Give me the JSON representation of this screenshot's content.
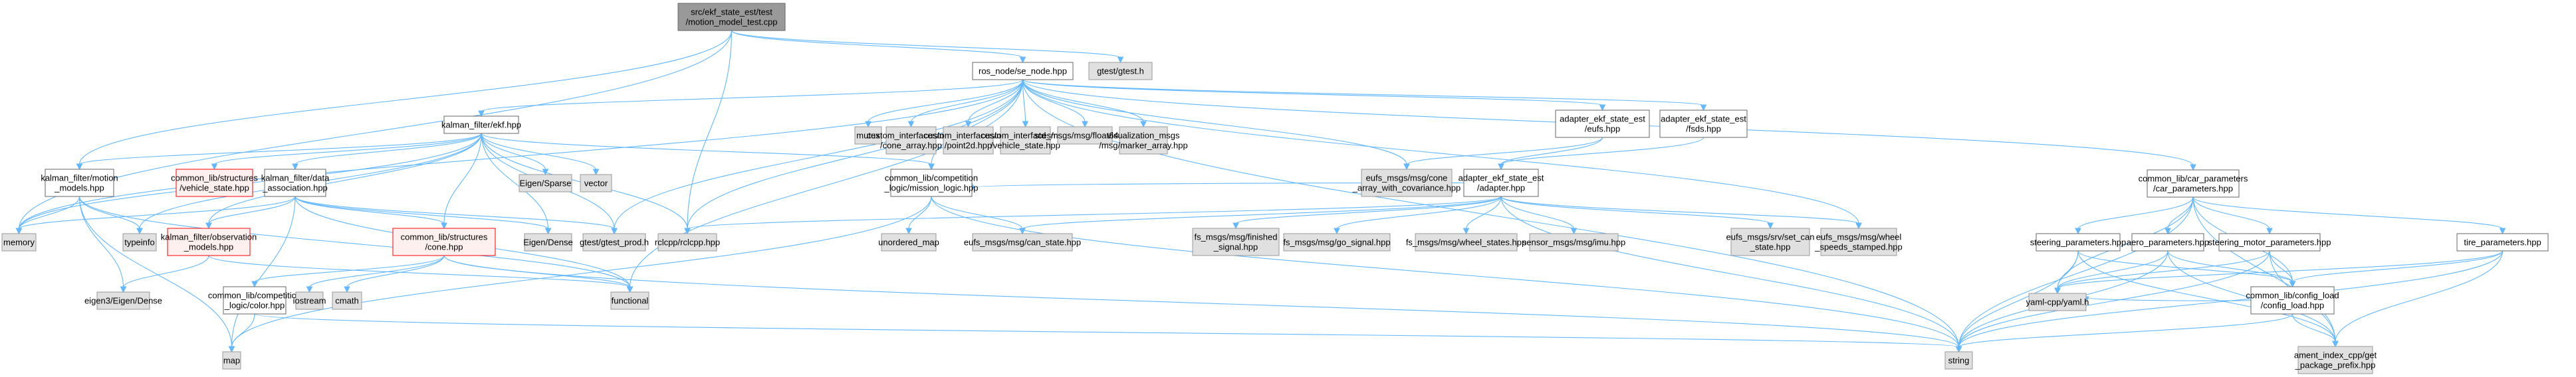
{
  "title": "Include dependency graph for motion_model_test.cpp",
  "colors": {
    "edge": "#63b8ff",
    "root_fill": "#999999",
    "root_stroke": "#666666",
    "local_fill": "#ffffff",
    "local_stroke": "#666666",
    "system_fill": "#e0e0e0",
    "system_stroke": "#999999",
    "missing_fill": "#fff0f0",
    "missing_stroke": "#ff0000"
  },
  "nodes": [
    {
      "id": "root",
      "kind": "root",
      "lines": [
        "src/ekf_state_est/test",
        "/motion_model_test.cpp"
      ]
    },
    {
      "id": "se_node",
      "kind": "local",
      "lines": [
        "ros_node/se_node.hpp"
      ]
    },
    {
      "id": "gtest",
      "kind": "system",
      "lines": [
        "gtest/gtest.h"
      ]
    },
    {
      "id": "ekf",
      "kind": "local",
      "lines": [
        "kalman_filter/ekf.hpp"
      ]
    },
    {
      "id": "mutex",
      "kind": "system",
      "lines": [
        "mutex"
      ]
    },
    {
      "id": "cone_array",
      "kind": "system",
      "lines": [
        "custom_interfaces/msg",
        "/cone_array.hpp"
      ]
    },
    {
      "id": "point2d",
      "kind": "system",
      "lines": [
        "custom_interfaces/msg",
        "/point2d.hpp"
      ]
    },
    {
      "id": "ci_vehicle_state",
      "kind": "system",
      "lines": [
        "custom_interfaces/msg",
        "/vehicle_state.hpp"
      ]
    },
    {
      "id": "float64",
      "kind": "system",
      "lines": [
        "std_msgs/msg/float64.hpp"
      ]
    },
    {
      "id": "marker_array",
      "kind": "system",
      "lines": [
        "visualization_msgs",
        "/msg/marker_array.hpp"
      ]
    },
    {
      "id": "eufs_hpp",
      "kind": "local",
      "lines": [
        "adapter_ekf_state_est",
        "/eufs.hpp"
      ]
    },
    {
      "id": "fsds_hpp",
      "kind": "local",
      "lines": [
        "adapter_ekf_state_est",
        "/fsds.hpp"
      ]
    },
    {
      "id": "car_params",
      "kind": "local",
      "lines": [
        "common_lib/car_parameters",
        "/car_parameters.hpp"
      ]
    },
    {
      "id": "motion_models",
      "kind": "local",
      "lines": [
        "kalman_filter/motion",
        "_models.hpp"
      ]
    },
    {
      "id": "vehicle_state",
      "kind": "missing",
      "lines": [
        "common_lib/structures",
        "/vehicle_state.hpp"
      ]
    },
    {
      "id": "data_assoc",
      "kind": "local",
      "lines": [
        "kalman_filter/data",
        "_association.hpp"
      ]
    },
    {
      "id": "eigen_sparse",
      "kind": "system",
      "lines": [
        "Eigen/Sparse"
      ]
    },
    {
      "id": "vector",
      "kind": "system",
      "lines": [
        "vector"
      ]
    },
    {
      "id": "mission_logic",
      "kind": "local",
      "lines": [
        "common_lib/competition",
        "_logic/mission_logic.hpp"
      ]
    },
    {
      "id": "cone_cov",
      "kind": "system",
      "lines": [
        "eufs_msgs/msg/cone",
        "_array_with_covariance.hpp"
      ]
    },
    {
      "id": "adapter",
      "kind": "local",
      "lines": [
        "adapter_ekf_state_est",
        "/adapter.hpp"
      ]
    },
    {
      "id": "memory",
      "kind": "system",
      "lines": [
        "memory"
      ]
    },
    {
      "id": "typeinfo",
      "kind": "system",
      "lines": [
        "typeinfo"
      ]
    },
    {
      "id": "obs_models",
      "kind": "missing",
      "lines": [
        "kalman_filter/observation",
        "_models.hpp"
      ]
    },
    {
      "id": "cone",
      "kind": "missing",
      "lines": [
        "common_lib/structures",
        "/cone.hpp"
      ]
    },
    {
      "id": "eigen_dense",
      "kind": "system",
      "lines": [
        "Eigen/Dense"
      ]
    },
    {
      "id": "gtest_prod",
      "kind": "system",
      "lines": [
        "gtest/gtest_prod.h"
      ]
    },
    {
      "id": "rclcpp",
      "kind": "system",
      "lines": [
        "rclcpp/rclcpp.hpp"
      ]
    },
    {
      "id": "unordered_map",
      "kind": "system",
      "lines": [
        "unordered_map"
      ]
    },
    {
      "id": "can_state",
      "kind": "system",
      "lines": [
        "eufs_msgs/msg/can_state.hpp"
      ]
    },
    {
      "id": "finished_signal",
      "kind": "system",
      "lines": [
        "fs_msgs/msg/finished",
        "_signal.hpp"
      ]
    },
    {
      "id": "go_signal",
      "kind": "system",
      "lines": [
        "fs_msgs/msg/go_signal.hpp"
      ]
    },
    {
      "id": "wheel_states",
      "kind": "system",
      "lines": [
        "fs_msgs/msg/wheel_states.hpp"
      ]
    },
    {
      "id": "imu",
      "kind": "system",
      "lines": [
        "sensor_msgs/msg/imu.hpp"
      ]
    },
    {
      "id": "set_can_state",
      "kind": "system",
      "lines": [
        "eufs_msgs/srv/set_can",
        "_state.hpp"
      ]
    },
    {
      "id": "wheel_speeds",
      "kind": "system",
      "lines": [
        "eufs_msgs/msg/wheel",
        "_speeds_stamped.hpp"
      ]
    },
    {
      "id": "steering_params",
      "kind": "local",
      "lines": [
        "steering_parameters.hpp"
      ]
    },
    {
      "id": "aero_params",
      "kind": "local",
      "lines": [
        "aero_parameters.hpp"
      ]
    },
    {
      "id": "steering_motor_params",
      "kind": "local",
      "lines": [
        "steering_motor_parameters.hpp"
      ]
    },
    {
      "id": "tire_params",
      "kind": "local",
      "lines": [
        "tire_parameters.hpp"
      ]
    },
    {
      "id": "eigen3_dense",
      "kind": "system",
      "lines": [
        "eigen3/Eigen/Dense"
      ]
    },
    {
      "id": "color",
      "kind": "local",
      "lines": [
        "common_lib/competition",
        "_logic/color.hpp"
      ]
    },
    {
      "id": "iostream",
      "kind": "system",
      "lines": [
        "iostream"
      ]
    },
    {
      "id": "cmath",
      "kind": "system",
      "lines": [
        "cmath"
      ]
    },
    {
      "id": "functional",
      "kind": "system",
      "lines": [
        "functional"
      ]
    },
    {
      "id": "yaml",
      "kind": "system",
      "lines": [
        "yaml-cpp/yaml.h"
      ]
    },
    {
      "id": "config_load",
      "kind": "local",
      "lines": [
        "common_lib/config_load",
        "/config_load.hpp"
      ]
    },
    {
      "id": "map",
      "kind": "system",
      "lines": [
        "map"
      ]
    },
    {
      "id": "string",
      "kind": "system",
      "lines": [
        "string"
      ]
    },
    {
      "id": "ament",
      "kind": "system",
      "lines": [
        "ament_index_cpp/get",
        "_package_prefix.hpp"
      ]
    }
  ],
  "edges": [
    [
      "root",
      "se_node"
    ],
    [
      "root",
      "gtest"
    ],
    [
      "root",
      "motion_models"
    ],
    [
      "root",
      "memory"
    ],
    [
      "root",
      "rclcpp"
    ],
    [
      "se_node",
      "ekf"
    ],
    [
      "se_node",
      "mutex"
    ],
    [
      "se_node",
      "cone_array"
    ],
    [
      "se_node",
      "point2d"
    ],
    [
      "se_node",
      "ci_vehicle_state"
    ],
    [
      "se_node",
      "float64"
    ],
    [
      "se_node",
      "marker_array"
    ],
    [
      "se_node",
      "eufs_hpp"
    ],
    [
      "se_node",
      "fsds_hpp"
    ],
    [
      "se_node",
      "car_params"
    ],
    [
      "se_node",
      "mission_logic"
    ],
    [
      "se_node",
      "cone_cov"
    ],
    [
      "se_node",
      "rclcpp"
    ],
    [
      "se_node",
      "functional"
    ],
    [
      "se_node",
      "memory"
    ],
    [
      "se_node",
      "string"
    ],
    [
      "se_node",
      "wheel_speeds"
    ],
    [
      "se_node",
      "gtest_prod"
    ],
    [
      "ekf",
      "motion_models"
    ],
    [
      "ekf",
      "vehicle_state"
    ],
    [
      "ekf",
      "data_assoc"
    ],
    [
      "ekf",
      "eigen_sparse"
    ],
    [
      "ekf",
      "vector"
    ],
    [
      "ekf",
      "obs_models"
    ],
    [
      "ekf",
      "cone"
    ],
    [
      "ekf",
      "eigen_dense"
    ],
    [
      "ekf",
      "gtest_prod"
    ],
    [
      "ekf",
      "rclcpp"
    ],
    [
      "ekf",
      "typeinfo"
    ],
    [
      "ekf",
      "memory"
    ],
    [
      "ekf",
      "mission_logic"
    ],
    [
      "motion_models",
      "memory"
    ],
    [
      "motion_models",
      "typeinfo"
    ],
    [
      "motion_models",
      "eigen3_dense"
    ],
    [
      "motion_models",
      "map"
    ],
    [
      "motion_models",
      "functional"
    ],
    [
      "data_assoc",
      "memory"
    ],
    [
      "data_assoc",
      "obs_models"
    ],
    [
      "data_assoc",
      "cone"
    ],
    [
      "data_assoc",
      "eigen_dense"
    ],
    [
      "data_assoc",
      "gtest_prod"
    ],
    [
      "data_assoc",
      "map"
    ],
    [
      "data_assoc",
      "functional"
    ],
    [
      "obs_models",
      "eigen3_dense"
    ],
    [
      "obs_models",
      "functional"
    ],
    [
      "cone",
      "color"
    ],
    [
      "cone",
      "iostream"
    ],
    [
      "cone",
      "cmath"
    ],
    [
      "cone",
      "functional"
    ],
    [
      "cone",
      "string"
    ],
    [
      "color",
      "map"
    ],
    [
      "color",
      "string"
    ],
    [
      "mission_logic",
      "unordered_map"
    ],
    [
      "mission_logic",
      "can_state"
    ],
    [
      "mission_logic",
      "map"
    ],
    [
      "mission_logic",
      "string"
    ],
    [
      "eufs_hpp",
      "adapter"
    ],
    [
      "eufs_hpp",
      "cone_cov"
    ],
    [
      "fsds_hpp",
      "adapter"
    ],
    [
      "adapter",
      "rclcpp"
    ],
    [
      "adapter",
      "can_state"
    ],
    [
      "adapter",
      "finished_signal"
    ],
    [
      "adapter",
      "go_signal"
    ],
    [
      "adapter",
      "wheel_states"
    ],
    [
      "adapter",
      "imu"
    ],
    [
      "adapter",
      "set_can_state"
    ],
    [
      "adapter",
      "wheel_speeds"
    ],
    [
      "adapter",
      "string"
    ],
    [
      "adapter",
      "mission_logic"
    ],
    [
      "car_params",
      "steering_params"
    ],
    [
      "car_params",
      "aero_params"
    ],
    [
      "car_params",
      "steering_motor_params"
    ],
    [
      "car_params",
      "tire_params"
    ],
    [
      "car_params",
      "yaml"
    ],
    [
      "car_params",
      "config_load"
    ],
    [
      "car_params",
      "string"
    ],
    [
      "car_params",
      "ament"
    ],
    [
      "steering_params",
      "yaml"
    ],
    [
      "steering_params",
      "config_load"
    ],
    [
      "steering_params",
      "string"
    ],
    [
      "steering_params",
      "ament"
    ],
    [
      "aero_params",
      "yaml"
    ],
    [
      "aero_params",
      "config_load"
    ],
    [
      "aero_params",
      "string"
    ],
    [
      "aero_params",
      "ament"
    ],
    [
      "steering_motor_params",
      "yaml"
    ],
    [
      "steering_motor_params",
      "config_load"
    ],
    [
      "steering_motor_params",
      "string"
    ],
    [
      "steering_motor_params",
      "ament"
    ],
    [
      "tire_params",
      "yaml"
    ],
    [
      "tire_params",
      "config_load"
    ],
    [
      "tire_params",
      "string"
    ],
    [
      "tire_params",
      "ament"
    ],
    [
      "config_load",
      "string"
    ],
    [
      "config_load",
      "ament"
    ],
    [
      "config_load",
      "yaml"
    ]
  ]
}
